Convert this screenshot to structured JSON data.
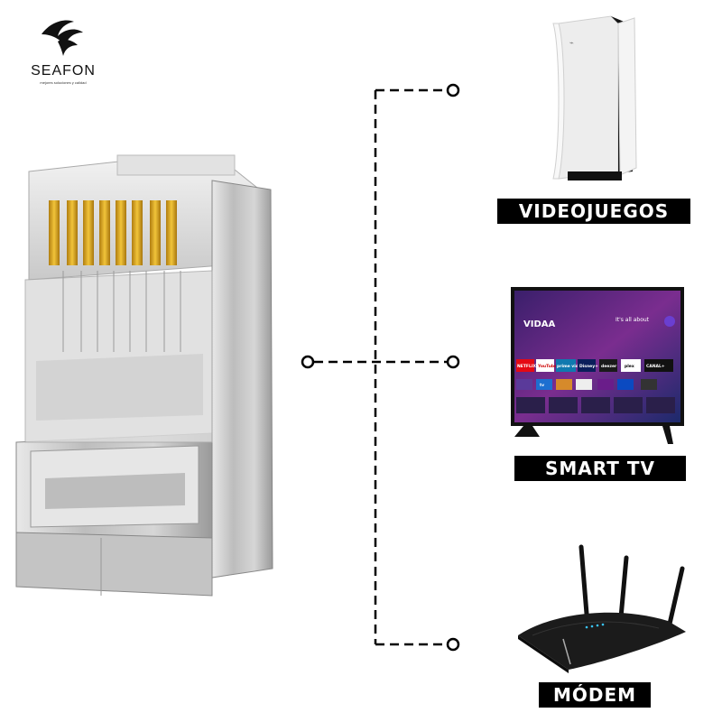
{
  "brand": {
    "name": "SEAFON",
    "tagline": "mejores soluciones y calidad"
  },
  "devices": [
    {
      "label": "VIDEOJUEGOS",
      "icon": "game-console-icon"
    },
    {
      "label": "SMART TV",
      "icon": "smart-tv-icon"
    },
    {
      "label": "MÓDEM",
      "icon": "router-icon"
    }
  ],
  "tv_screen": {
    "brand": "VIDAA",
    "greeting": "It's all about",
    "apps": [
      "NETFLIX",
      "YouTube",
      "prime video",
      "Disney+",
      "deezer",
      "plex",
      "CANAL+",
      "tv"
    ]
  },
  "colors": {
    "accent": "#000000",
    "label_text": "#ffffff",
    "pin_gold": "#d9a521",
    "metal": "#b8b8b8"
  }
}
